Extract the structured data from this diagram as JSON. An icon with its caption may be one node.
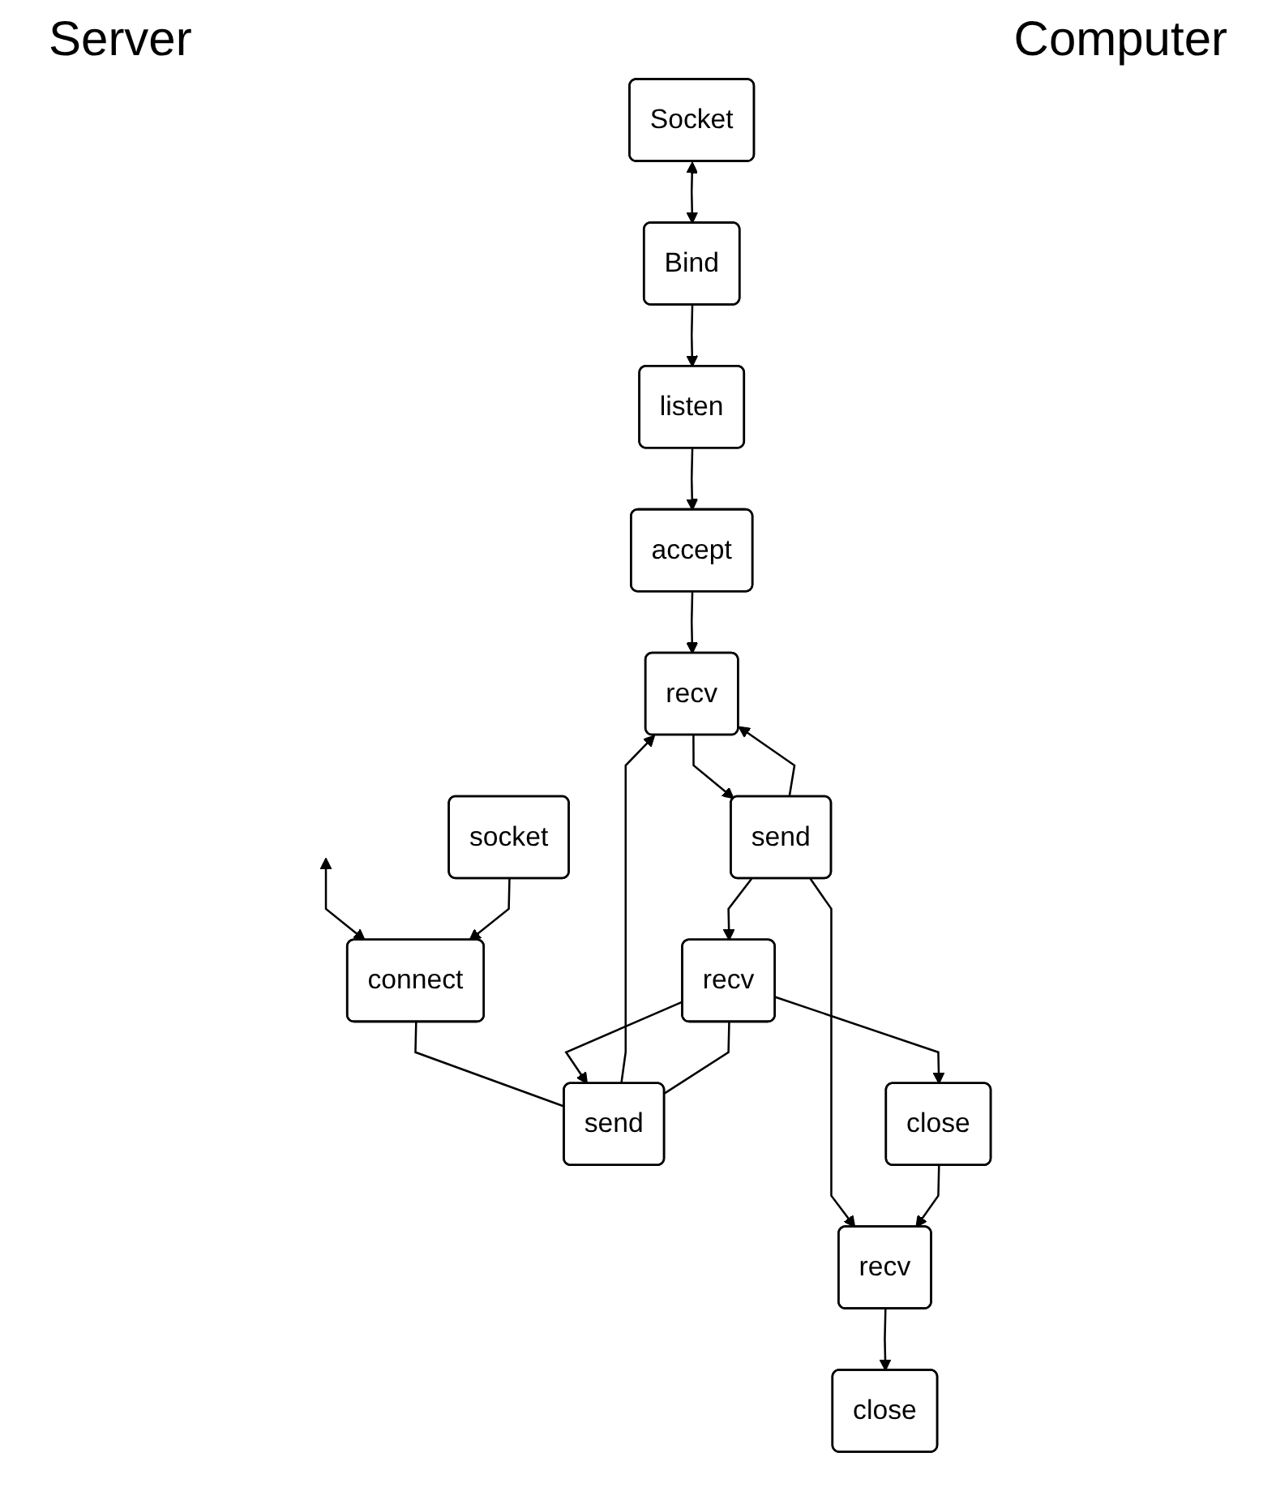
{
  "diagram": {
    "nodes": [
      {
        "text": [
          "Socket"
        ]
      },
      {
        "text": [
          "Bind"
        ]
      },
      {
        "text": [
          "listen"
        ]
      },
      {
        "text": [
          "accept"
        ]
      },
      {
        "text": [
          "recv"
        ]
      },
      {
        "text": [
          "send"
        ]
      },
      {
        "text": [
          "recv"
        ]
      },
      {
        "text": [
          "close"
        ]
      },
      {
        "text": [
          "socket"
        ]
      },
      {
        "text": [
          "connect"
        ]
      },
      {
        "text": [
          "send"
        ]
      },
      {
        "text": [
          "recv"
        ]
      },
      {
        "text": [
          "close"
        ]
      }
    ],
    "edges": [
      {
        "from": 0,
        "to": 1,
        "arrow": "both"
      },
      {
        "from": 1,
        "to": 2,
        "arrow": "to"
      },
      {
        "from": 2,
        "to": 3,
        "arrow": "to"
      },
      {
        "from": 3,
        "to": 4,
        "arrow": "to"
      },
      {
        "from": null,
        "to": 9,
        "arrow": "both"
      },
      {
        "from": 8,
        "to": 9,
        "arrow": "to"
      },
      {
        "from": 9,
        "to": 10,
        "arrow": "none"
      },
      {
        "from": 10,
        "to": 4,
        "arrow": "to"
      },
      {
        "from": 4,
        "to": 5,
        "arrow": "to"
      },
      {
        "from": 5,
        "to": 4,
        "arrow": "to"
      },
      {
        "from": 10,
        "to": 11,
        "arrow": "none"
      },
      {
        "from": 11,
        "to": 10,
        "arrow": "to"
      },
      {
        "from": 5,
        "to": 11,
        "arrow": "to"
      },
      {
        "from": 5,
        "to": 6,
        "arrow": "to"
      },
      {
        "from": 11,
        "to": 12,
        "arrow": "to"
      },
      {
        "from": 12,
        "to": 6,
        "arrow": "to"
      },
      {
        "from": 6,
        "to": 7,
        "arrow": "to"
      }
    ],
    "labels": [
      "Server",
      "Computer"
    ]
  }
}
